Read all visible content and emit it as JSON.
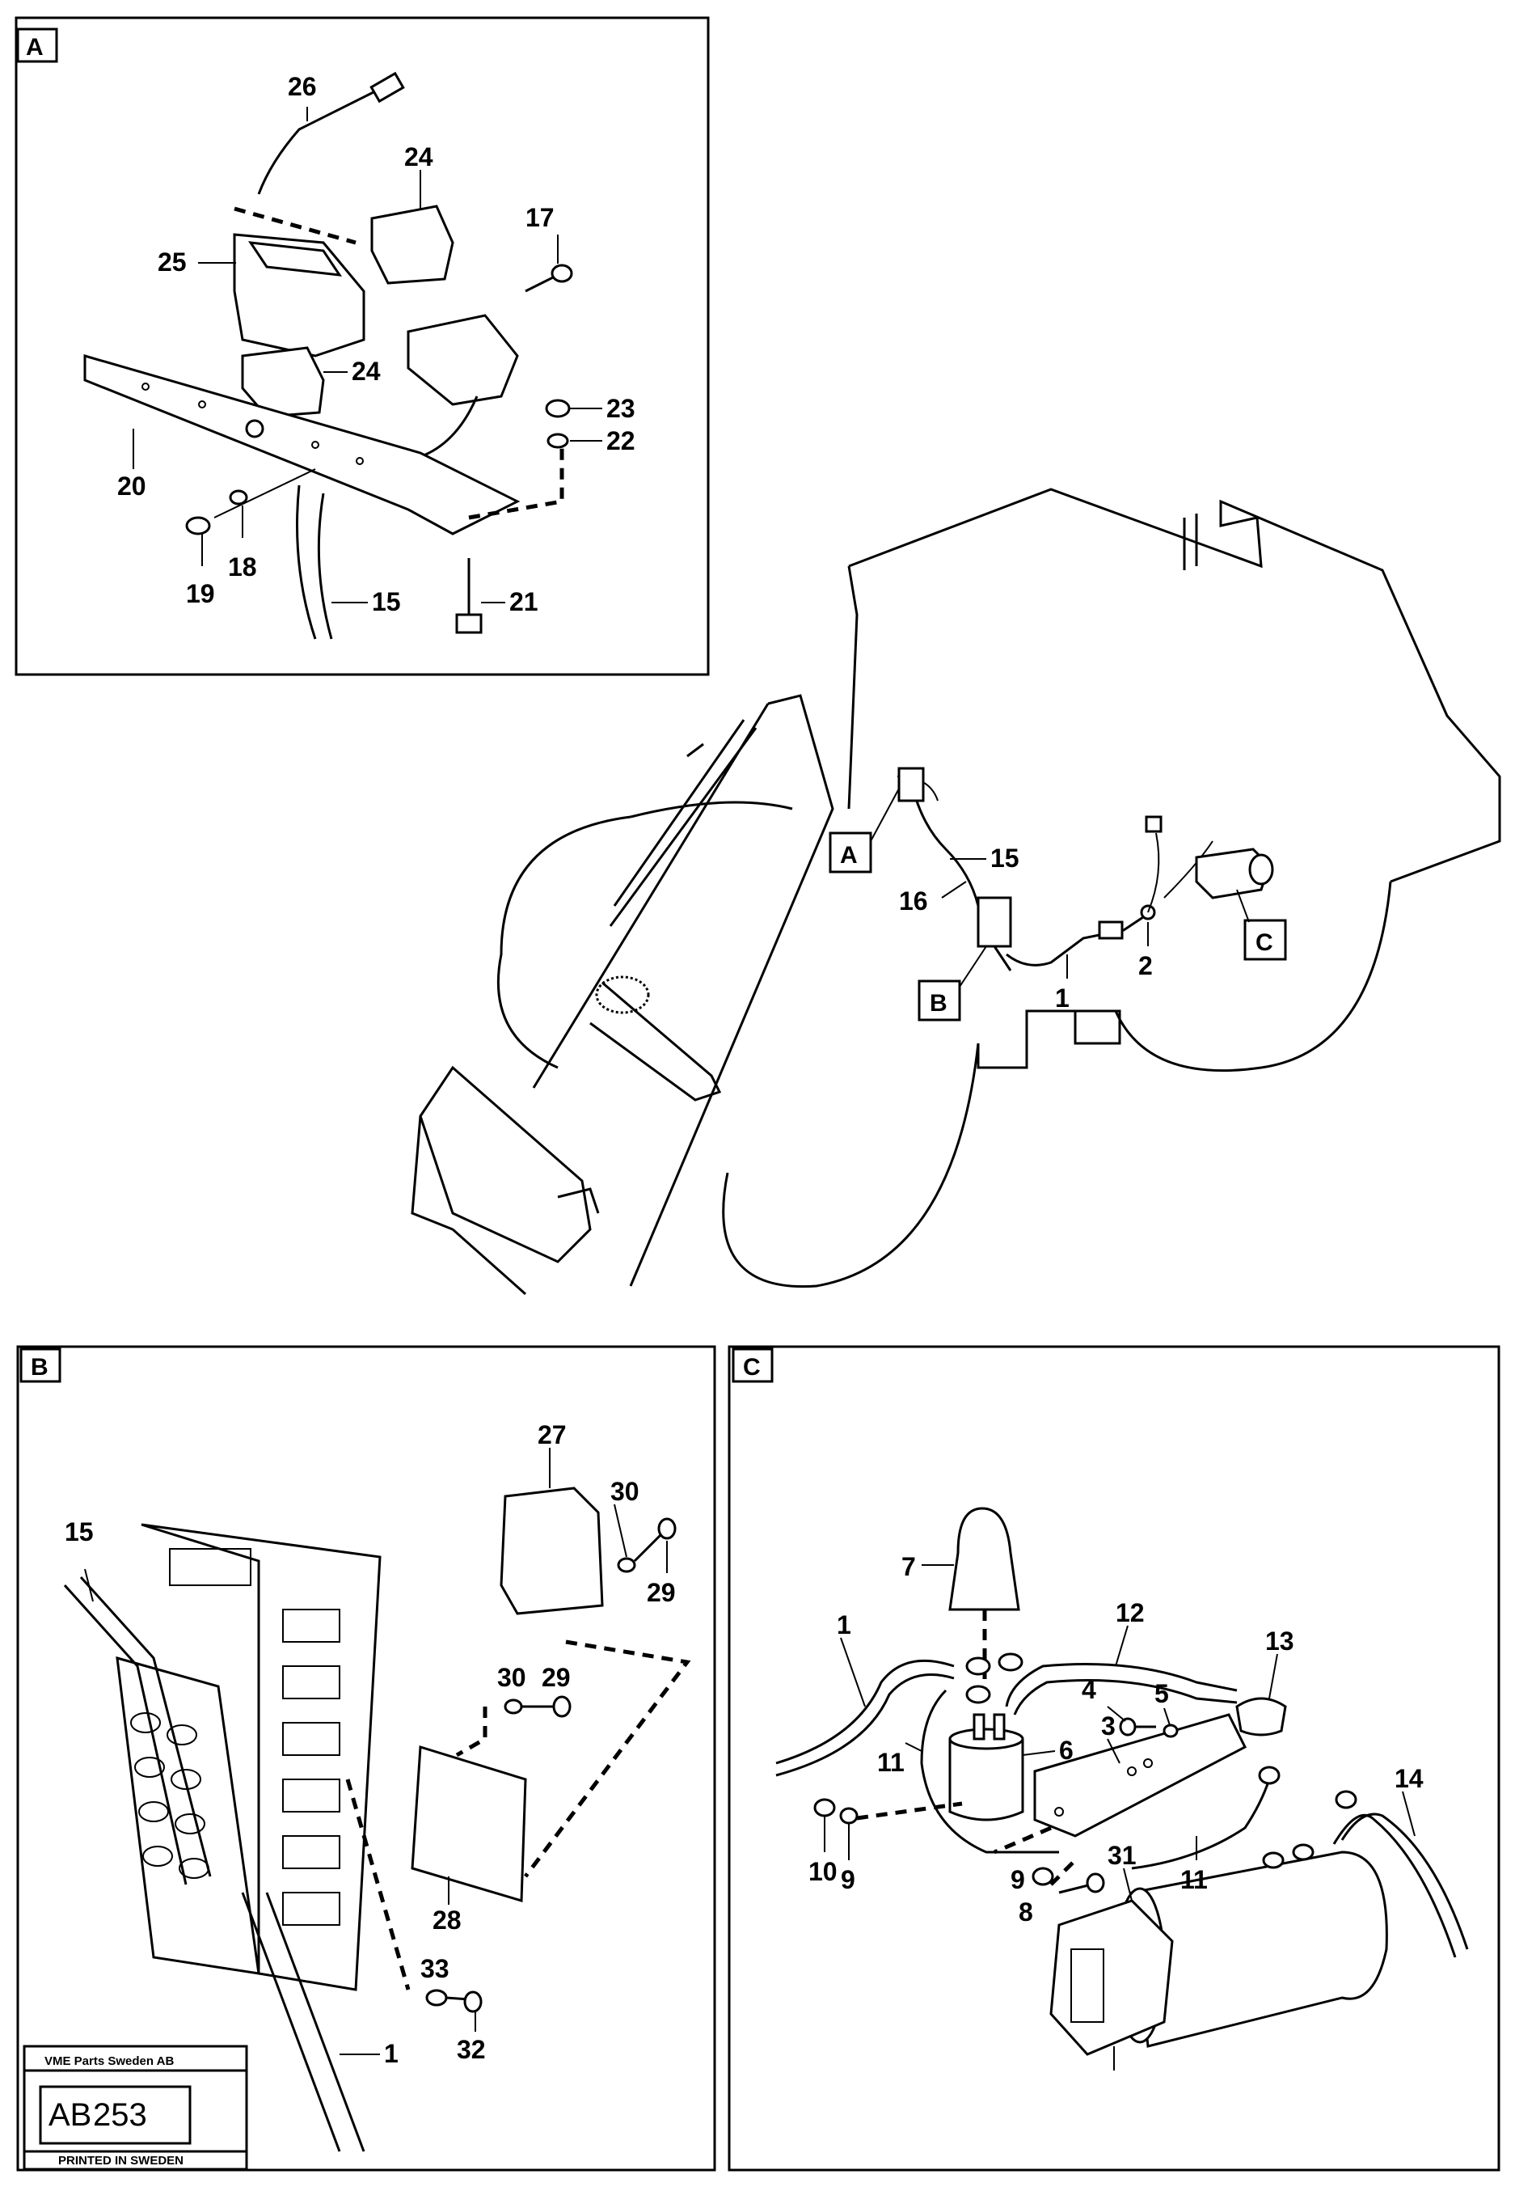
{
  "panels": {
    "A": {
      "tag": "A"
    },
    "B": {
      "tag": "B"
    },
    "C": {
      "tag": "C"
    }
  },
  "main_callouts": {
    "A": "A",
    "B": "B",
    "C": "C"
  },
  "labels": {
    "a26": "26",
    "a24_top": "24",
    "a25": "25",
    "a17": "17",
    "a24_mid": "24",
    "a23": "23",
    "a22": "22",
    "a20": "20",
    "a19": "19",
    "a18": "18",
    "a15": "15",
    "a21": "21",
    "m15": "15",
    "m16": "16",
    "m1": "1",
    "m2": "2",
    "b27": "27",
    "b30_top": "30",
    "b29_top": "29",
    "b15": "15",
    "b30_mid": "30",
    "b29_mid": "29",
    "b28": "28",
    "b33": "33",
    "b32": "32",
    "b1": "1",
    "c7": "7",
    "c12": "12",
    "c13": "13",
    "c1": "1",
    "c4": "4",
    "c5": "5",
    "c3": "3",
    "c6": "6",
    "c11_left": "11",
    "c14": "14",
    "c10": "10",
    "c9_left": "9",
    "c11_mid": "11",
    "c9_mid": "9",
    "c31": "31",
    "c8": "8"
  },
  "title_block": {
    "company": "VME Parts Sweden AB",
    "code_prefix": "AB",
    "code_number": "253",
    "printed": "PRINTED IN SWEDEN"
  }
}
